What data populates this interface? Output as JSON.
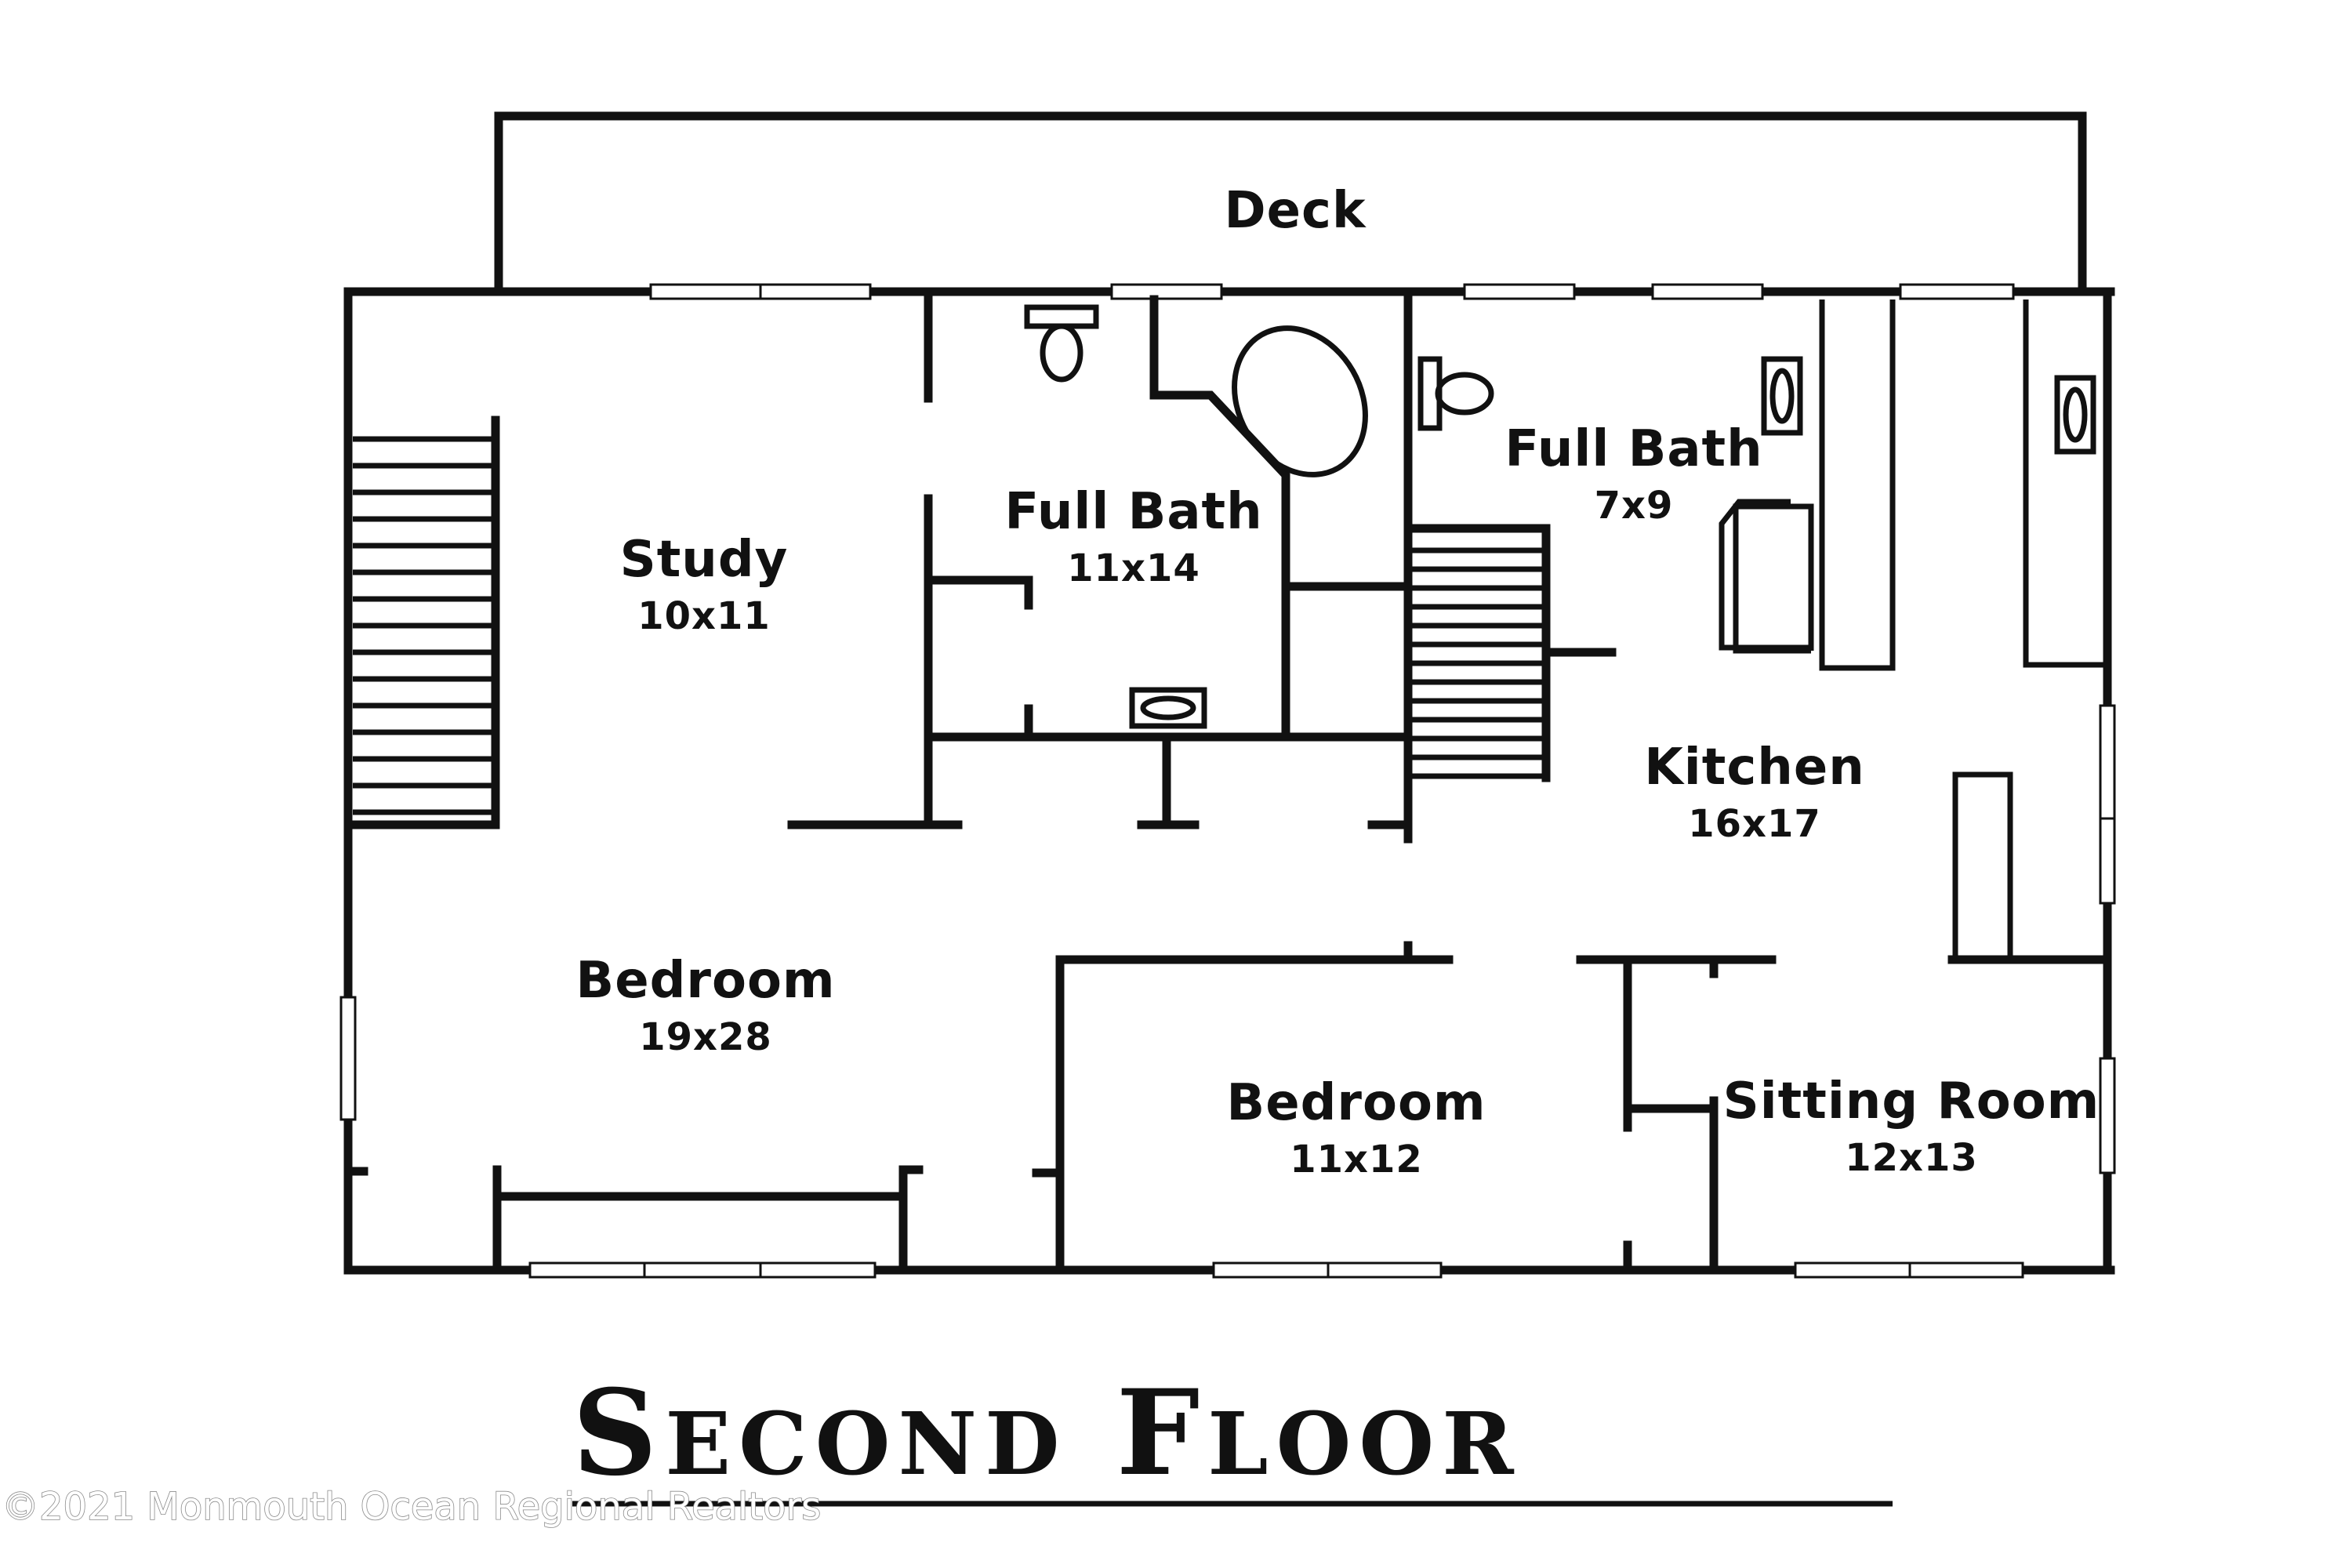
{
  "plan_title": {
    "initial_1": "S",
    "rest_1": "ECOND",
    "initial_2": "F",
    "rest_2": "LOOR"
  },
  "watermark": "©2021 Monmouth Ocean Regional Realtors",
  "rooms": {
    "deck": {
      "name": "Deck"
    },
    "study": {
      "name": "Study",
      "size": "10x11"
    },
    "full_bath_main": {
      "name": "Full Bath",
      "size": "11x14"
    },
    "full_bath_second": {
      "name": "Full Bath",
      "size": "7x9"
    },
    "kitchen": {
      "name": "Kitchen",
      "size": "16x17"
    },
    "primary_bedroom": {
      "name": "Bedroom",
      "size": "19x28"
    },
    "bedroom": {
      "name": "Bedroom",
      "size": "11x12"
    },
    "sitting_room": {
      "name": "Sitting Room",
      "size": "12x13"
    }
  },
  "colors": {
    "line": "#111111",
    "background": "#ffffff"
  }
}
